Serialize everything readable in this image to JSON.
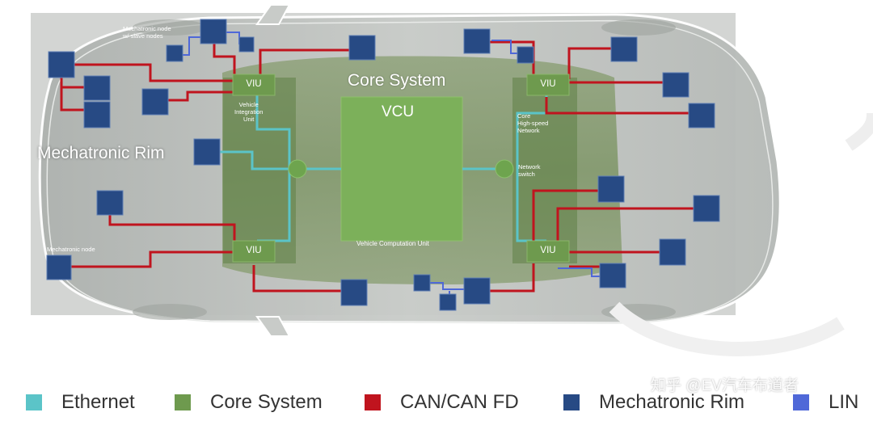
{
  "diagram": {
    "core_system_label": "Core System",
    "vcu_label": "VCU",
    "vcu_caption": "Vehicle Computation Unit",
    "mechatronic_rim_label": "Mechatronic Rim",
    "viu_label": "VIU",
    "viu_caption": [
      "Vehicle",
      "Integration",
      "Unit"
    ],
    "network_caption": [
      "Core",
      "High-speed",
      "Network"
    ],
    "switch_caption": [
      "Network",
      "switch"
    ],
    "slave_nodes_caption": [
      "Mechatronic node",
      "w/ slave nodes"
    ],
    "node_caption": "Mechatronic node"
  },
  "legend": {
    "items": [
      {
        "label": "Ethernet",
        "color": "#5bc4c8"
      },
      {
        "label": "Core System",
        "color": "#6e9a4e"
      },
      {
        "label": "CAN/CAN FD",
        "color": "#c0141e"
      },
      {
        "label": "Mechatronic Rim",
        "color": "#274a84"
      },
      {
        "label": "LIN",
        "color": "#4f68d8"
      }
    ]
  },
  "watermark": "知乎 @EV汽车布道者",
  "colors": {
    "ethernet": "#5bc4c8",
    "core": "#6e9a4e",
    "can": "#c0141e",
    "node": "#274a84",
    "lin": "#4f68d8"
  }
}
